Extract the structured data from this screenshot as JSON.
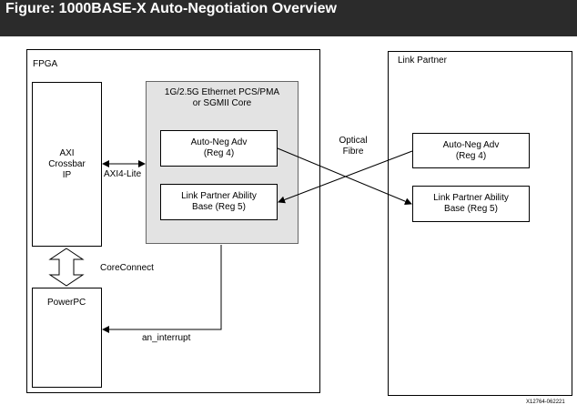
{
  "figure_title": "Figure: 1000BASE-X Auto-Negotiation Overview",
  "fpga": {
    "label": "FPGA",
    "axi": {
      "line1": "AXI",
      "line2": "Crossbar",
      "line3": "IP"
    },
    "axi4_lite_label": "AXI4-Lite",
    "coreconnect_label": "CoreConnect",
    "powerpc_label": "PowerPC",
    "an_interrupt_label": "an_interrupt",
    "core": {
      "title_line1": "1G/2.5G Ethernet PCS/PMA",
      "title_line2": "or SGMII Core",
      "reg4": {
        "line1": "Auto-Neg Adv",
        "line2": "(Reg 4)"
      },
      "reg5": {
        "line1": "Link Partner Ability",
        "line2": "Base (Reg 5)"
      }
    }
  },
  "optical_fibre": {
    "line1": "Optical",
    "line2": "Fibre"
  },
  "link_partner": {
    "label": "Link Partner",
    "reg4": {
      "line1": "Auto-Neg Adv",
      "line2": "(Reg 4)"
    },
    "reg5": {
      "line1": "Link Partner Ability",
      "line2": "Base (Reg 5)"
    }
  },
  "figure_id": "X12764-062221"
}
